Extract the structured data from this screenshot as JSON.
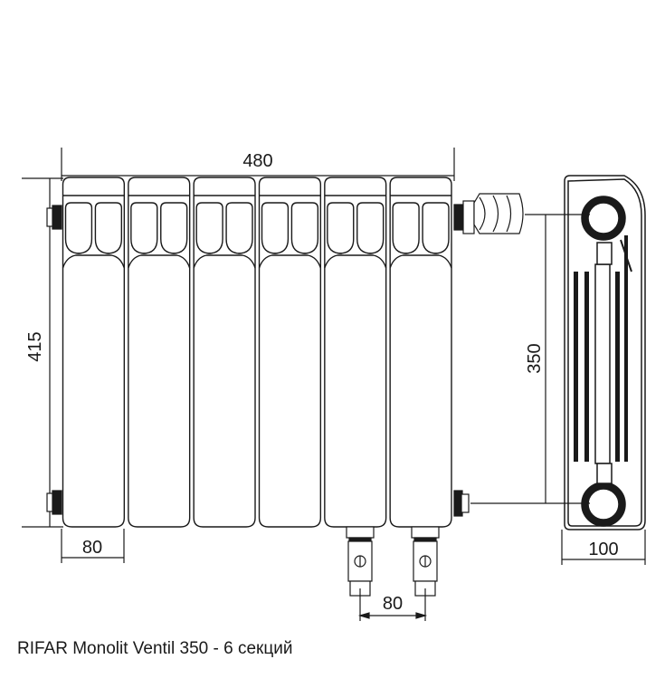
{
  "dimensions": {
    "total_width": "480",
    "total_height": "415",
    "axial_distance": "350",
    "depth": "100",
    "section_width": "80",
    "valve_spacing": "80"
  },
  "section_count": 6,
  "caption": "RIFAR Monolit Ventil 350 - 6 секций",
  "colors": {
    "line": "#1a1a1a",
    "background": "#ffffff"
  }
}
